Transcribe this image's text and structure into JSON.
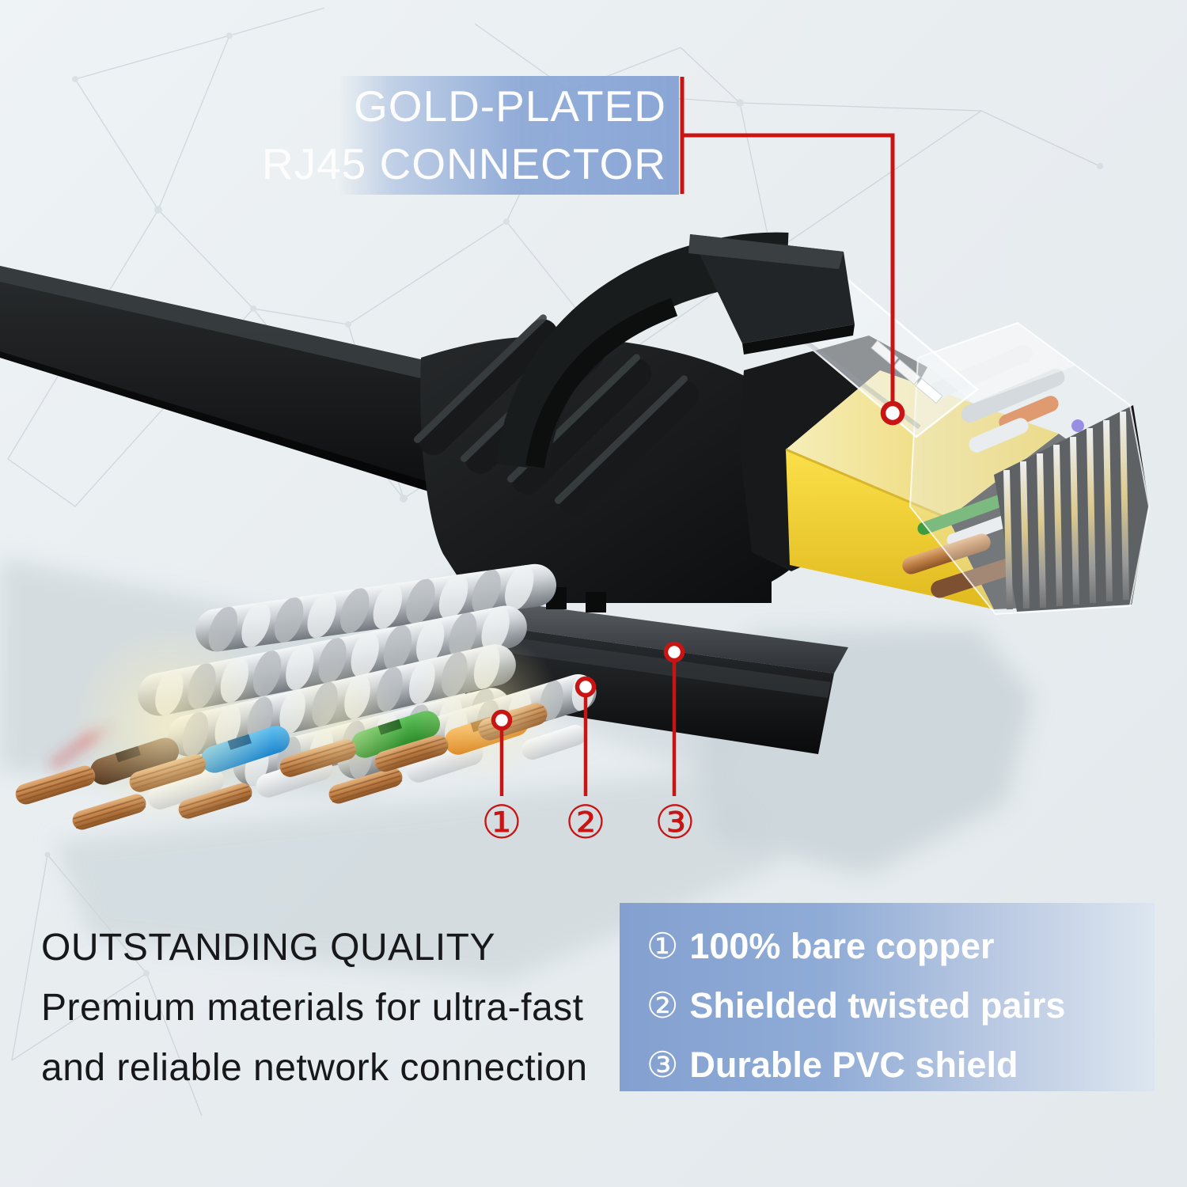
{
  "page": {
    "title": "Ethernet cable product infographic"
  },
  "top_label": {
    "line1": "GOLD-PLATED",
    "line2": "RJ45 CONNECTOR"
  },
  "quality_text": {
    "line1": "OUTSTANDING QUALITY",
    "line2": "Premium materials for ultra-fast",
    "line3": "and reliable network connection"
  },
  "legend_box": {
    "items": [
      {
        "num": "①",
        "text": "100% bare copper"
      },
      {
        "num": "②",
        "text": "Shielded twisted pairs"
      },
      {
        "num": "③",
        "text": "Durable PVC shield"
      }
    ]
  },
  "callouts": {
    "markers": [
      {
        "label": "①"
      },
      {
        "label": "②"
      },
      {
        "label": "③"
      }
    ]
  },
  "colors": {
    "accent_red": "#c91414",
    "label_blue": "#8aa6d5",
    "connector_yellow": "#f6d938",
    "cable_black": "#121314",
    "text_dark": "#17181a",
    "text_white": "#ffffff"
  }
}
